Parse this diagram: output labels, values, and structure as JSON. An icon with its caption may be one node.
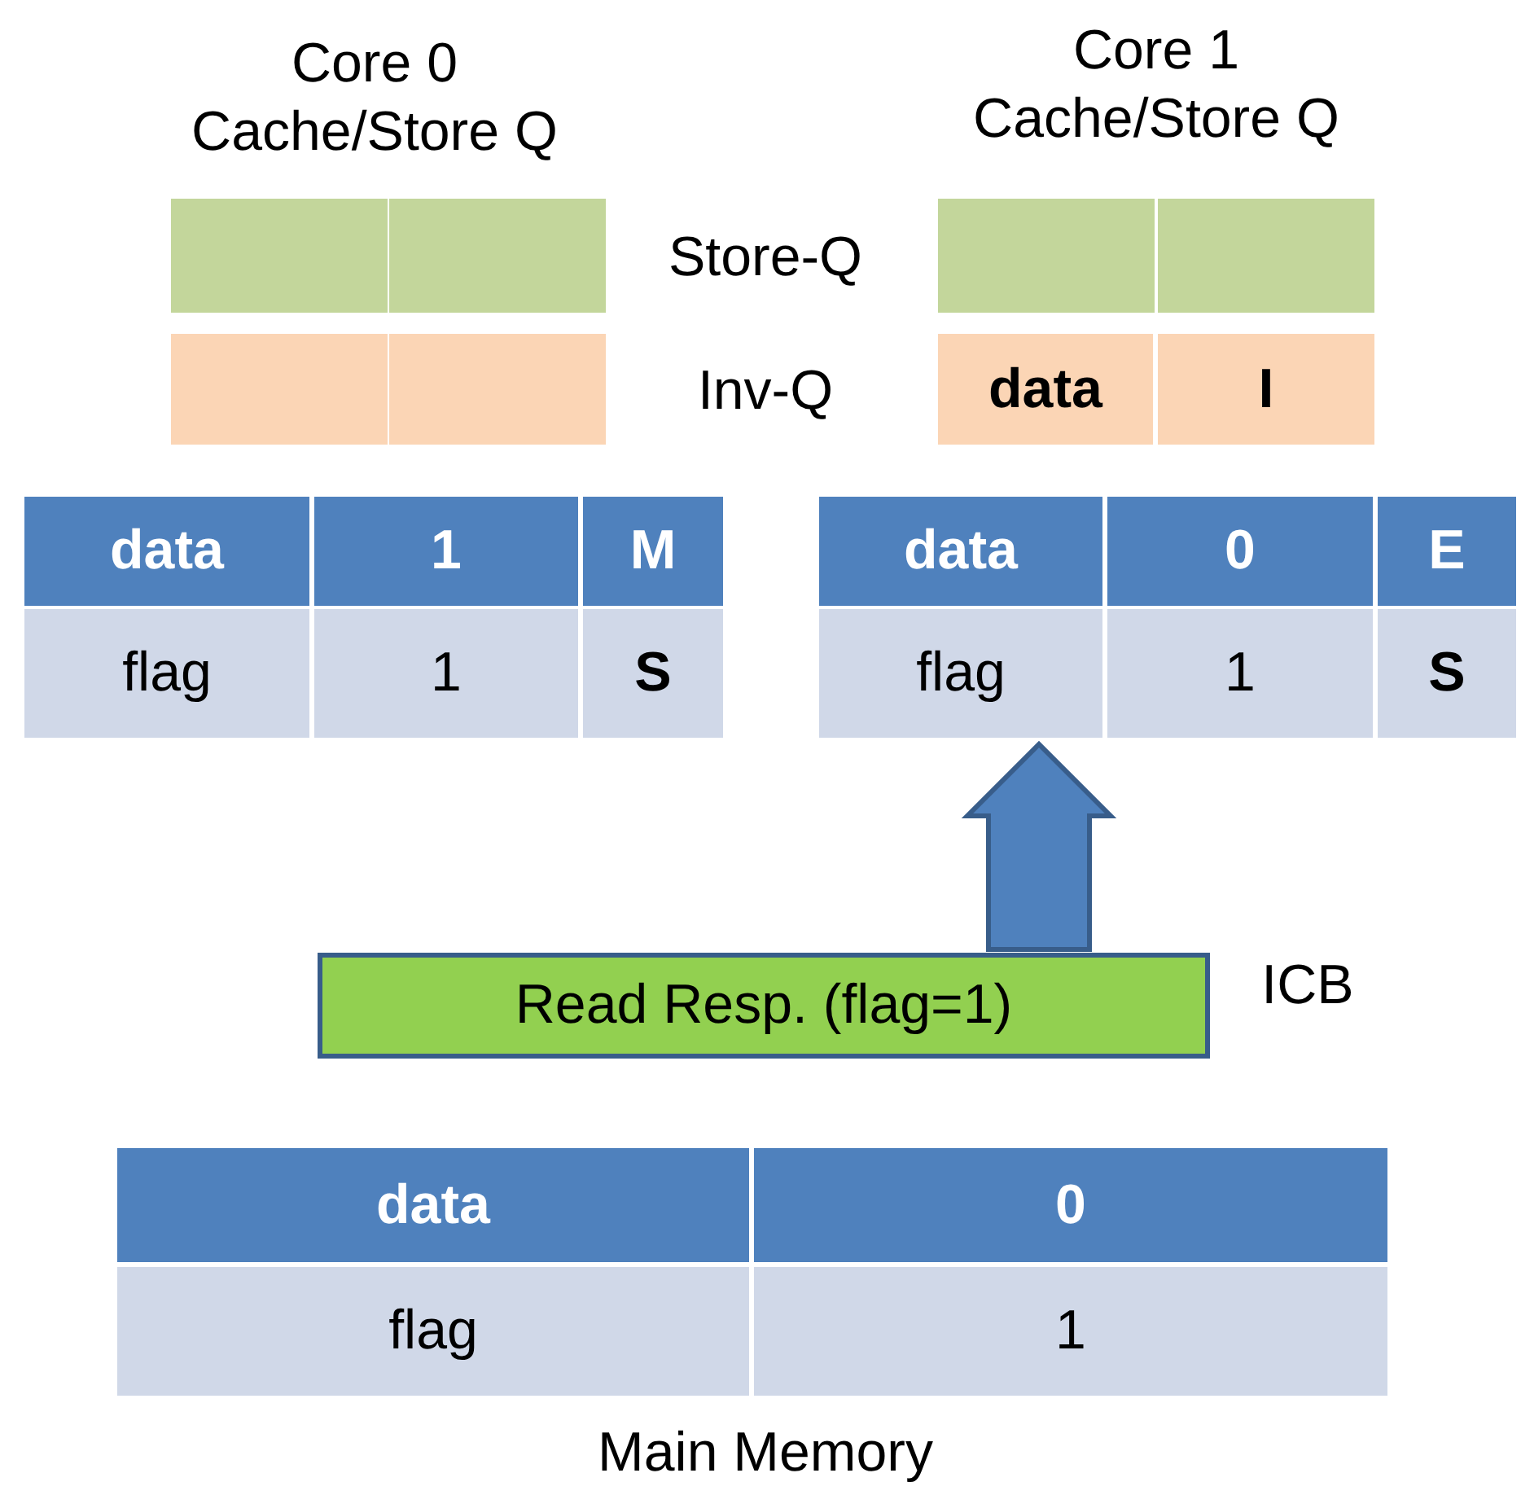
{
  "diagram": {
    "nodes": [
      {
        "text": [
          "Read Resp. (flag=1)"
        ],
        "beside": [
          "ICB"
        ]
      },
      {
        "text": [],
        "shape": "box"
      }
    ],
    "edges": [
      {
        "from": 0,
        "to": 1,
        "arrow": "to"
      }
    ],
    "labels": [
      "Core 0 Cache/Store Q",
      "Core 1 Cache/Store Q",
      "Store-Q",
      "Inv-Q",
      "data",
      "I",
      "data",
      "1",
      "M",
      "flag",
      "1",
      "S",
      "data",
      "0",
      "E",
      "flag",
      "1",
      "S",
      "data",
      "0",
      "flag",
      "1",
      "Main Memory"
    ]
  }
}
